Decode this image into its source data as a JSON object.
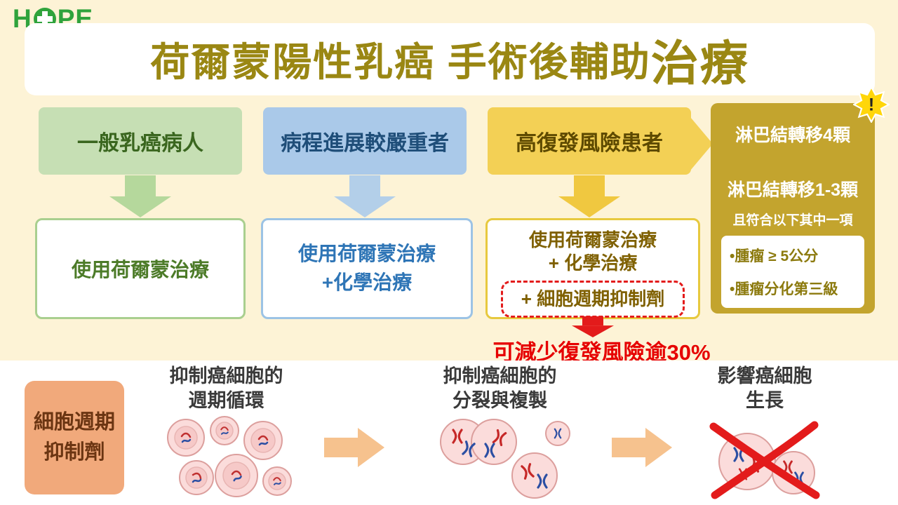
{
  "logo": {
    "left": "H",
    "right": "PE"
  },
  "header": {
    "title_main": "荷爾蒙陽性乳癌 手術後輔助",
    "title_emphasis": "治療"
  },
  "flow": {
    "columns": [
      {
        "header": "一般乳癌病人",
        "lines": [
          "使用荷爾蒙治療"
        ]
      },
      {
        "header": "病程進展較嚴重者",
        "lines": [
          "使用荷爾蒙治療",
          "+化學治療"
        ]
      },
      {
        "header": "高復發風險患者",
        "lines": [
          "使用荷爾蒙治療",
          "+ 化學治療"
        ],
        "highlight": "+ 細胞週期抑制劑"
      }
    ],
    "criteria": {
      "warning": "!",
      "item1": "淋巴結轉移4顆",
      "item2": "淋巴結轉移1-3顆",
      "condition": "且符合以下其中一項",
      "bullet1": "•腫瘤 ≥ 5公分",
      "bullet2": "•腫瘤分化第三級"
    },
    "result": "可減少復發風險逾30%"
  },
  "mechanism": {
    "label_line1": "細胞週期",
    "label_line2": "抑制劑",
    "stages": [
      {
        "line1": "抑制癌細胞的",
        "line2": "週期循環"
      },
      {
        "line1": "抑制癌細胞的",
        "line2": "分裂與複製"
      },
      {
        "line1": "影響癌細胞",
        "line2": "生長"
      }
    ]
  },
  "colors": {
    "background": "#fdf3d6",
    "title_gold": "#9a8713",
    "logo_green": "#2fa33c",
    "green_header": "#c6dfb4",
    "blue_header": "#aac9e9",
    "yellow_header": "#f3d055",
    "criteria_bg": "#c3a42e",
    "alert_red": "#e31b1b",
    "result_red": "#e60000",
    "orange_label": "#f1a97b",
    "arrow_orange": "#f6c28e",
    "cell_pink": "#fbdcdb"
  }
}
